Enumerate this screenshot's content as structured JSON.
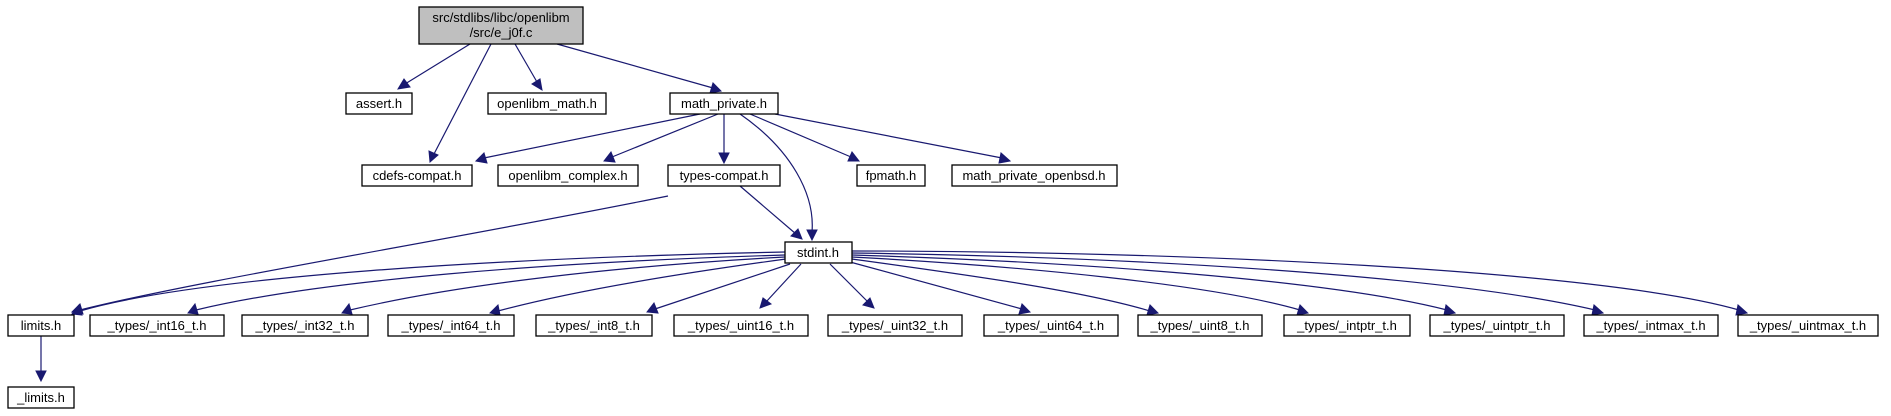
{
  "colors": {
    "edge": "#191970",
    "root_fill": "#bfbfbf",
    "node_fill": "#ffffff",
    "border": "#000000"
  },
  "nodes": {
    "root": {
      "lines": [
        "src/stdlibs/libc/openlibm",
        "/src/e_j0f.c"
      ]
    },
    "assert": {
      "label": "assert.h"
    },
    "openlibm_math": {
      "label": "openlibm_math.h"
    },
    "math_private": {
      "label": "math_private.h"
    },
    "cdefs_compat": {
      "label": "cdefs-compat.h"
    },
    "openlibm_complex": {
      "label": "openlibm_complex.h"
    },
    "types_compat": {
      "label": "types-compat.h"
    },
    "fpmath": {
      "label": "fpmath.h"
    },
    "math_private_openbsd": {
      "label": "math_private_openbsd.h"
    },
    "stdint": {
      "label": "stdint.h"
    },
    "limits": {
      "label": "limits.h"
    },
    "int16": {
      "label": "_types/_int16_t.h"
    },
    "int32": {
      "label": "_types/_int32_t.h"
    },
    "int64": {
      "label": "_types/_int64_t.h"
    },
    "int8": {
      "label": "_types/_int8_t.h"
    },
    "uint16": {
      "label": "_types/_uint16_t.h"
    },
    "uint32": {
      "label": "_types/_uint32_t.h"
    },
    "uint64": {
      "label": "_types/_uint64_t.h"
    },
    "uint8": {
      "label": "_types/_uint8_t.h"
    },
    "intptr": {
      "label": "_types/_intptr_t.h"
    },
    "uintptr": {
      "label": "_types/_uintptr_t.h"
    },
    "intmax": {
      "label": "_types/_intmax_t.h"
    },
    "uintmax": {
      "label": "_types/_uintmax_t.h"
    },
    "_limits": {
      "label": "_limits.h"
    }
  }
}
